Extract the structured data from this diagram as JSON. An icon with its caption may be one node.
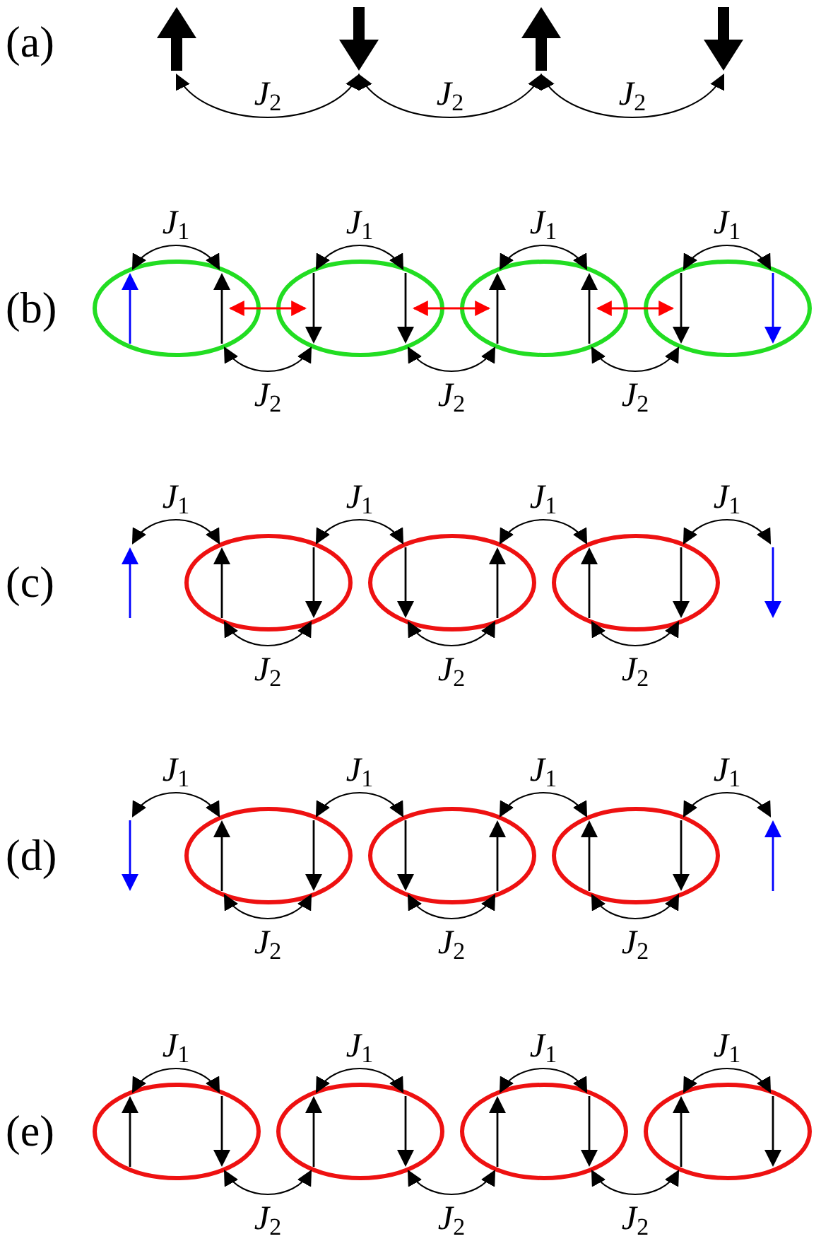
{
  "diagram": {
    "nodes": [
      {
        "text": [],
        "shape": "arrow"
      },
      {
        "text": [],
        "shape": "arrow"
      },
      {
        "text": [],
        "shape": "arrow"
      },
      {
        "text": [],
        "shape": "arrow"
      },
      {
        "text": [],
        "shape": "ellipse"
      },
      {
        "text": [],
        "shape": "arrow",
        "in": 4
      },
      {
        "text": [],
        "shape": "arrow",
        "in": 4
      },
      {
        "text": [],
        "shape": "ellipse"
      },
      {
        "text": [],
        "shape": "arrow",
        "in": 7
      },
      {
        "text": [],
        "shape": "arrow",
        "in": 7
      },
      {
        "text": [],
        "shape": "ellipse"
      },
      {
        "text": [],
        "shape": "arrow",
        "in": 10
      },
      {
        "text": [],
        "shape": "arrow",
        "in": 10
      },
      {
        "text": [],
        "shape": "ellipse"
      },
      {
        "text": [],
        "shape": "arrow",
        "in": 13
      },
      {
        "text": [],
        "shape": "arrow",
        "in": 13
      },
      {
        "text": [],
        "shape": "arrow"
      },
      {
        "text": [],
        "shape": "ellipse"
      },
      {
        "text": [],
        "shape": "arrow",
        "in": 17
      },
      {
        "text": [],
        "shape": "arrow",
        "in": 17
      },
      {
        "text": [],
        "shape": "ellipse"
      },
      {
        "text": [],
        "shape": "arrow",
        "in": 20
      },
      {
        "text": [],
        "shape": "arrow",
        "in": 20
      },
      {
        "text": [],
        "shape": "ellipse"
      },
      {
        "text": [],
        "shape": "arrow",
        "in": 23
      },
      {
        "text": [],
        "shape": "arrow",
        "in": 23
      },
      {
        "text": [],
        "shape": "arrow"
      },
      {
        "text": [],
        "shape": "arrow"
      },
      {
        "text": [],
        "shape": "ellipse"
      },
      {
        "text": [],
        "shape": "arrow",
        "in": 28
      },
      {
        "text": [],
        "shape": "arrow",
        "in": 28
      },
      {
        "text": [],
        "shape": "ellipse"
      },
      {
        "text": [],
        "shape": "arrow",
        "in": 31
      },
      {
        "text": [],
        "shape": "arrow",
        "in": 31
      },
      {
        "text": [],
        "shape": "ellipse"
      },
      {
        "text": [],
        "shape": "arrow",
        "in": 34
      },
      {
        "text": [],
        "shape": "arrow",
        "in": 34
      },
      {
        "text": [],
        "shape": "arrow"
      },
      {
        "text": [],
        "shape": "ellipse"
      },
      {
        "text": [],
        "shape": "arrow",
        "in": 38
      },
      {
        "text": [],
        "shape": "arrow",
        "in": 38
      },
      {
        "text": [],
        "shape": "ellipse"
      },
      {
        "text": [],
        "shape": "arrow",
        "in": 41
      },
      {
        "text": [],
        "shape": "arrow",
        "in": 41
      },
      {
        "text": [],
        "shape": "ellipse"
      },
      {
        "text": [],
        "shape": "arrow",
        "in": 44
      },
      {
        "text": [],
        "shape": "arrow",
        "in": 44
      },
      {
        "text": [],
        "shape": "ellipse"
      },
      {
        "text": [],
        "shape": "arrow",
        "in": 47
      },
      {
        "text": [],
        "shape": "arrow",
        "in": 47
      }
    ],
    "edges": [
      {
        "from": 0,
        "to": 1,
        "arrow": "both",
        "label": "*J*$_{2}$"
      },
      {
        "from": 1,
        "to": 2,
        "arrow": "both",
        "label": "*J*$_{2}$"
      },
      {
        "from": 2,
        "to": 3,
        "arrow": "both",
        "label": "*J*$_{2}$"
      },
      {
        "from": 5,
        "to": 6,
        "arrow": "both",
        "label": "*J*$_{1}$"
      },
      {
        "from": 8,
        "to": 9,
        "arrow": "both",
        "label": "*J*$_{1}$"
      },
      {
        "from": 11,
        "to": 12,
        "arrow": "both",
        "label": "*J*$_{1}$"
      },
      {
        "from": 14,
        "to": 15,
        "arrow": "both",
        "label": "*J*$_{1}$"
      },
      {
        "from": 6,
        "to": 8,
        "arrow": "both",
        "color": "#ff0000"
      },
      {
        "from": 9,
        "to": 11,
        "arrow": "both",
        "color": "#ff0000"
      },
      {
        "from": 12,
        "to": 14,
        "arrow": "both",
        "color": "#ff0000"
      },
      {
        "from": 6,
        "to": 8,
        "arrow": "both",
        "label": "*J*$_{2}$"
      },
      {
        "from": 9,
        "to": 11,
        "arrow": "both",
        "label": "*J*$_{2}$"
      },
      {
        "from": 12,
        "to": 14,
        "arrow": "both",
        "label": "*J*$_{2}$"
      },
      {
        "from": 16,
        "to": 18,
        "arrow": "both",
        "label": "*J*$_{1}$"
      },
      {
        "from": 19,
        "to": 21,
        "arrow": "both",
        "label": "*J*$_{1}$"
      },
      {
        "from": 22,
        "to": 24,
        "arrow": "both",
        "label": "*J*$_{1}$"
      },
      {
        "from": 25,
        "to": 26,
        "arrow": "both",
        "label": "*J*$_{1}$"
      },
      {
        "from": 18,
        "to": 19,
        "arrow": "both",
        "label": "*J*$_{2}$"
      },
      {
        "from": 21,
        "to": 22,
        "arrow": "both",
        "label": "*J*$_{2}$"
      },
      {
        "from": 24,
        "to": 25,
        "arrow": "both",
        "label": "*J*$_{2}$"
      },
      {
        "from": 27,
        "to": 29,
        "arrow": "both",
        "label": "*J*$_{1}$"
      },
      {
        "from": 30,
        "to": 32,
        "arrow": "both",
        "label": "*J*$_{1}$"
      },
      {
        "from": 33,
        "to": 35,
        "arrow": "both",
        "label": "*J*$_{1}$"
      },
      {
        "from": 36,
        "to": 37,
        "arrow": "both",
        "label": "*J*$_{1}$"
      },
      {
        "from": 29,
        "to": 30,
        "arrow": "both",
        "label": "*J*$_{2}$"
      },
      {
        "from": 32,
        "to": 33,
        "arrow": "both",
        "label": "*J*$_{2}$"
      },
      {
        "from": 35,
        "to": 36,
        "arrow": "both",
        "label": "*J*$_{2}$"
      },
      {
        "from": 39,
        "to": 40,
        "arrow": "both",
        "label": "*J*$_{1}$"
      },
      {
        "from": 42,
        "to": 43,
        "arrow": "both",
        "label": "*J*$_{1}$"
      },
      {
        "from": 45,
        "to": 46,
        "arrow": "both",
        "label": "*J*$_{1}$"
      },
      {
        "from": 48,
        "to": 49,
        "arrow": "both",
        "label": "*J*$_{1}$"
      },
      {
        "from": 40,
        "to": 42,
        "arrow": "both",
        "label": "*J*$_{2}$"
      },
      {
        "from": 43,
        "to": 45,
        "arrow": "both",
        "label": "*J*$_{2}$"
      },
      {
        "from": 46,
        "to": 48,
        "arrow": "both",
        "label": "*J*$_{2}$"
      }
    ],
    "labels": [
      "(a)",
      "(b)",
      "(c)",
      "(d)",
      "(e)"
    ]
  }
}
